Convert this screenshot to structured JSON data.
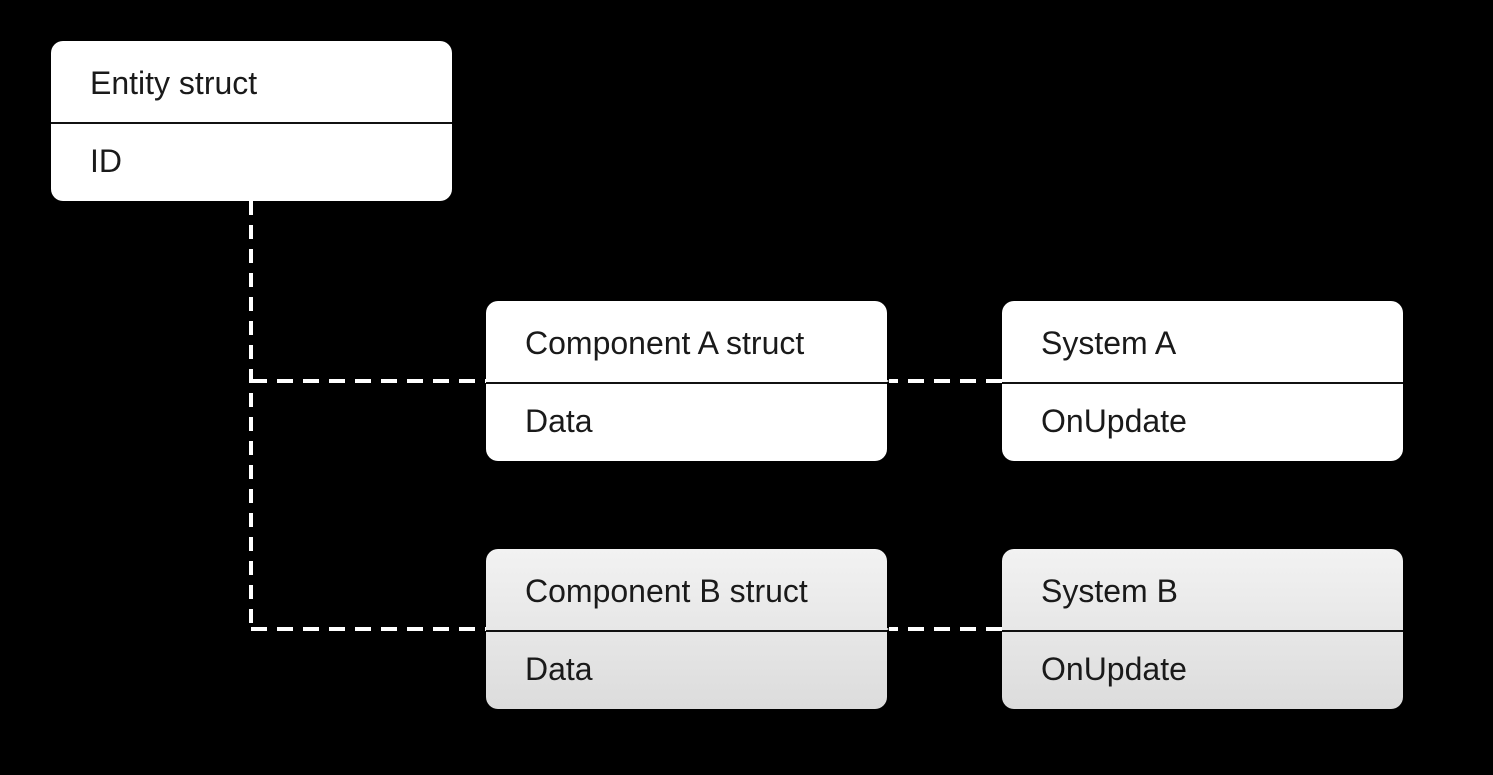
{
  "colors": {
    "background": "#000000",
    "box_fill": "#ffffff",
    "box_fill_muted": "#e6e6e6",
    "connector": "#ffffff",
    "text": "#1a1a1a"
  },
  "entity": {
    "title": "Entity struct",
    "field": "ID"
  },
  "component_a": {
    "title": "Component A struct",
    "field": "Data"
  },
  "system_a": {
    "title": "System A",
    "field": "OnUpdate"
  },
  "component_b": {
    "title": "Component B struct",
    "field": "Data"
  },
  "system_b": {
    "title": "System B",
    "field": "OnUpdate"
  },
  "connectors": [
    {
      "from": "entity",
      "to": "component_a",
      "style": "dashed"
    },
    {
      "from": "entity",
      "to": "component_b",
      "style": "dashed"
    },
    {
      "from": "system_a",
      "to": "component_a",
      "style": "dashed",
      "arrow": "arrowhead"
    },
    {
      "from": "system_b",
      "to": "component_b",
      "style": "dashed",
      "arrow": "arrowhead"
    }
  ]
}
